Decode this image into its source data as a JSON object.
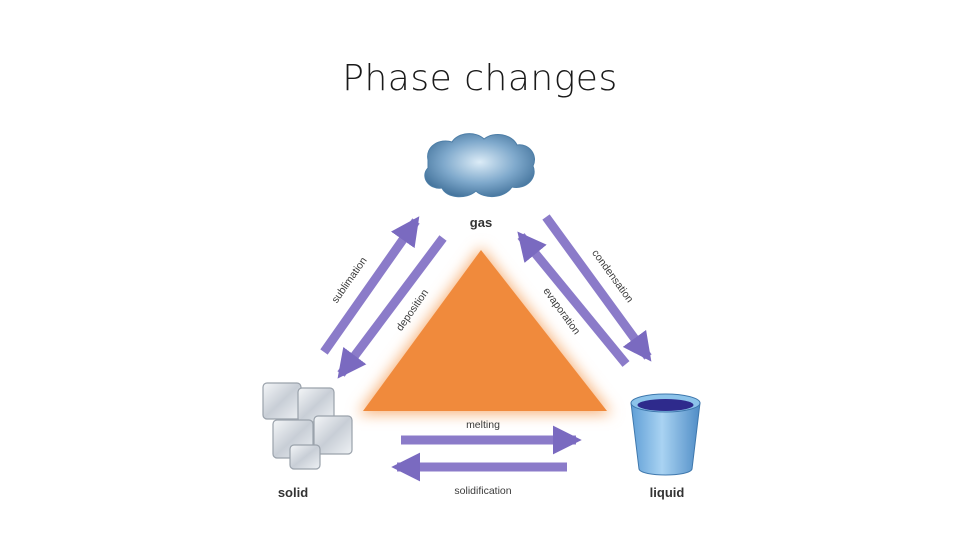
{
  "title": "Phase changes",
  "states": {
    "gas": "gas",
    "solid": "solid",
    "liquid": "liquid"
  },
  "transitions": {
    "sublimation": "sublimation",
    "deposition": "deposition",
    "condensation": "condensation",
    "evaporation": "evaporation",
    "melting": "melting",
    "solidification": "solidification"
  },
  "colors": {
    "triangle": "#f08a3c",
    "arrow": "#8b7bc9",
    "arrow_edge": "#6e5fb0",
    "cloud": "#6f9fc4",
    "ice": "#d8dde3",
    "bucket": "#7fb6e2",
    "water": "#2e2a8c"
  }
}
